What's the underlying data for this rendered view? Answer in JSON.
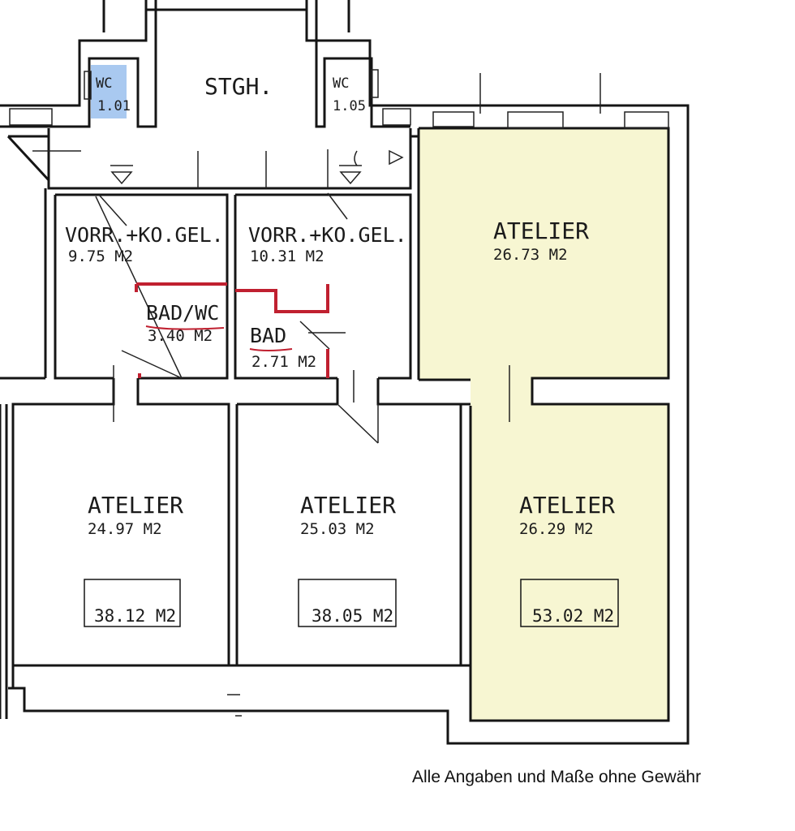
{
  "colors": {
    "wall": "#151515",
    "highlight_fill": "#f7f6d2",
    "wc_fill": "#a9c9f0",
    "red_wall": "#c02030"
  },
  "stairwell": {
    "label": "STGH."
  },
  "wc_left": {
    "label": "WC",
    "area": "1.01"
  },
  "wc_right": {
    "label": "WC",
    "area": "1.05"
  },
  "vorr_left": {
    "label": "VORR.+KO.GEL.",
    "area": "9.75 M2"
  },
  "vorr_right": {
    "label": "VORR.+KO.GEL.",
    "area": "10.31 M2"
  },
  "bad_wc": {
    "label": "BAD/WC",
    "area": "3.40 M2"
  },
  "bad": {
    "label": "BAD",
    "area": "2.71 M2"
  },
  "atelier_top_right": {
    "label": "ATELIER",
    "area": "26.73 M2"
  },
  "atelier_left": {
    "label": "ATELIER",
    "area": "24.97 M2",
    "total": "38.12 M2"
  },
  "atelier_middle": {
    "label": "ATELIER",
    "area": "25.03 M2",
    "total": "38.05 M2"
  },
  "atelier_bottom_right": {
    "label": "ATELIER",
    "area": "26.29 M2",
    "total": "53.02 M2"
  },
  "disclaimer": "Alle Angaben und Maße ohne Gewähr"
}
